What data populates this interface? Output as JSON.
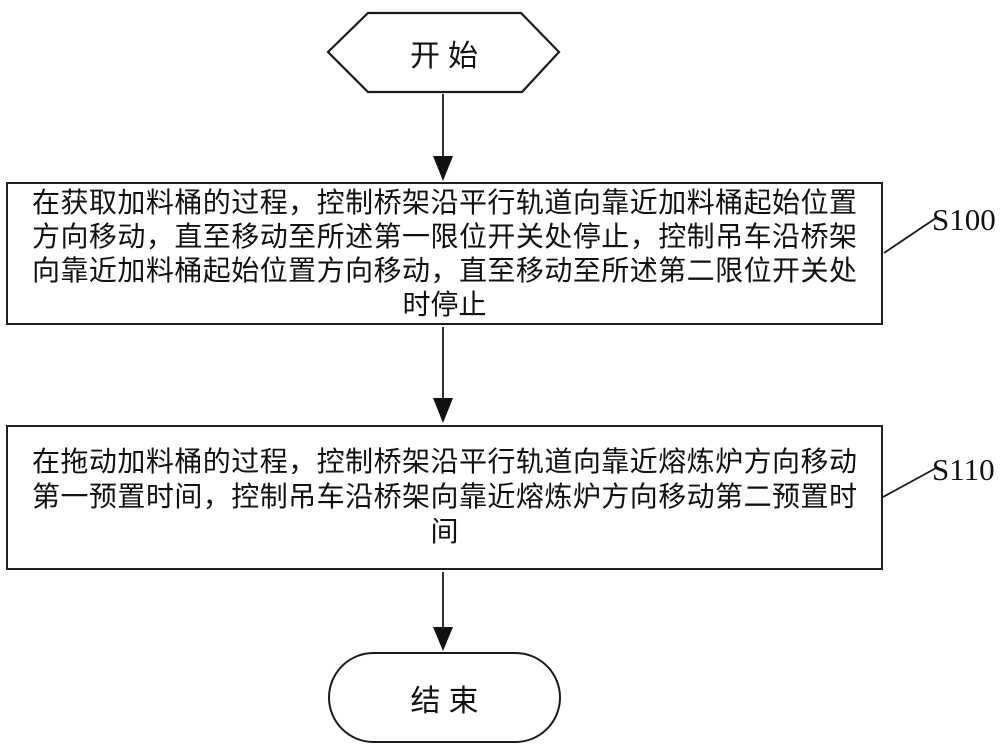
{
  "diagram": {
    "type": "flowchart",
    "start_label": "开始",
    "end_label": "结束",
    "steps": [
      {
        "id": "S100",
        "text": "在获取加料桶的过程，控制桥架沿平行轨道向靠近加料桶起始位置方向移动，直至移动至所述第一限位开关处停止，控制吊车沿桥架向靠近加料桶起始位置方向移动，直至移动至所述第二限位开关处时停止"
      },
      {
        "id": "S110",
        "text": "在拖动加料桶的过程，控制桥架沿平行轨道向靠近熔炼炉方向移动第一预置时间，控制吊车沿桥架向靠近熔炼炉方向移动第二预置时间"
      }
    ],
    "colors": {
      "stroke": "#1a1a1a",
      "arrow_fill": "#111111",
      "background": "#ffffff",
      "text": "#111111"
    }
  }
}
